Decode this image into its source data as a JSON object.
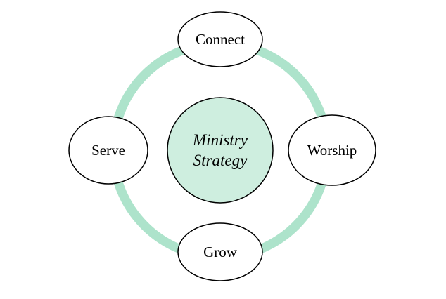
{
  "diagram": {
    "center": {
      "line1": "Ministry",
      "line2": "Strategy"
    },
    "nodes": {
      "top": "Connect",
      "right": "Worship",
      "bottom": "Grow",
      "left": "Serve"
    },
    "colors": {
      "ring": "#ade3cb",
      "center_fill": "#ceeedf",
      "stroke": "#000000"
    }
  }
}
